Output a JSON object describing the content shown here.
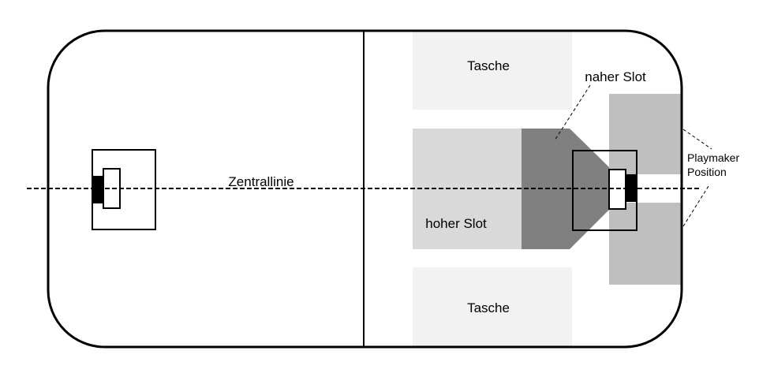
{
  "labels": {
    "pocket_top": "Tasche",
    "pocket_bottom": "Tasche",
    "low_slot": "naher Slot",
    "high_slot": "hoher Slot",
    "center_line": "Zentrallinie",
    "playmaker_line1": "Playmaker",
    "playmaker_line2": "Position"
  },
  "colors": {
    "pocket": "#f2f2f2",
    "high_slot": "#d9d9d9",
    "low_slot": "#808080",
    "playmaker": "#bfbfbf"
  }
}
